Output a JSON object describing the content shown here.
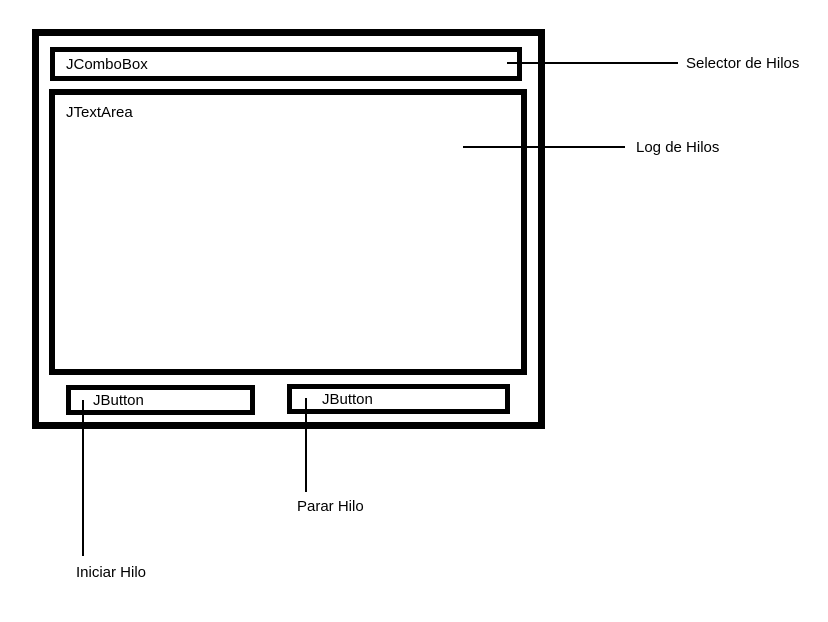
{
  "colors": {
    "stroke": "#000000",
    "background": "#ffffff"
  },
  "mockup": {
    "combobox": {
      "label": "JComboBox"
    },
    "textarea": {
      "label": "JTextArea"
    },
    "button_start": {
      "label": "JButton"
    },
    "button_stop": {
      "label": "JButton"
    }
  },
  "callouts": {
    "selector": {
      "label": "Selector de Hilos"
    },
    "log": {
      "label": "Log de Hilos"
    },
    "stop": {
      "label": "Parar Hilo"
    },
    "start": {
      "label": "Iniciar Hilo"
    }
  }
}
